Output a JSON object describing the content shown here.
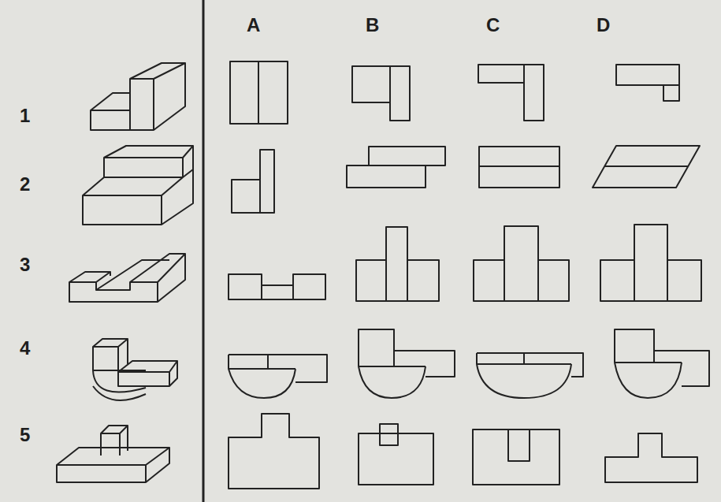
{
  "diagram": {
    "labels": [
      "A",
      "B",
      "C",
      "D",
      "1",
      "2",
      "3",
      "4",
      "5"
    ]
  }
}
